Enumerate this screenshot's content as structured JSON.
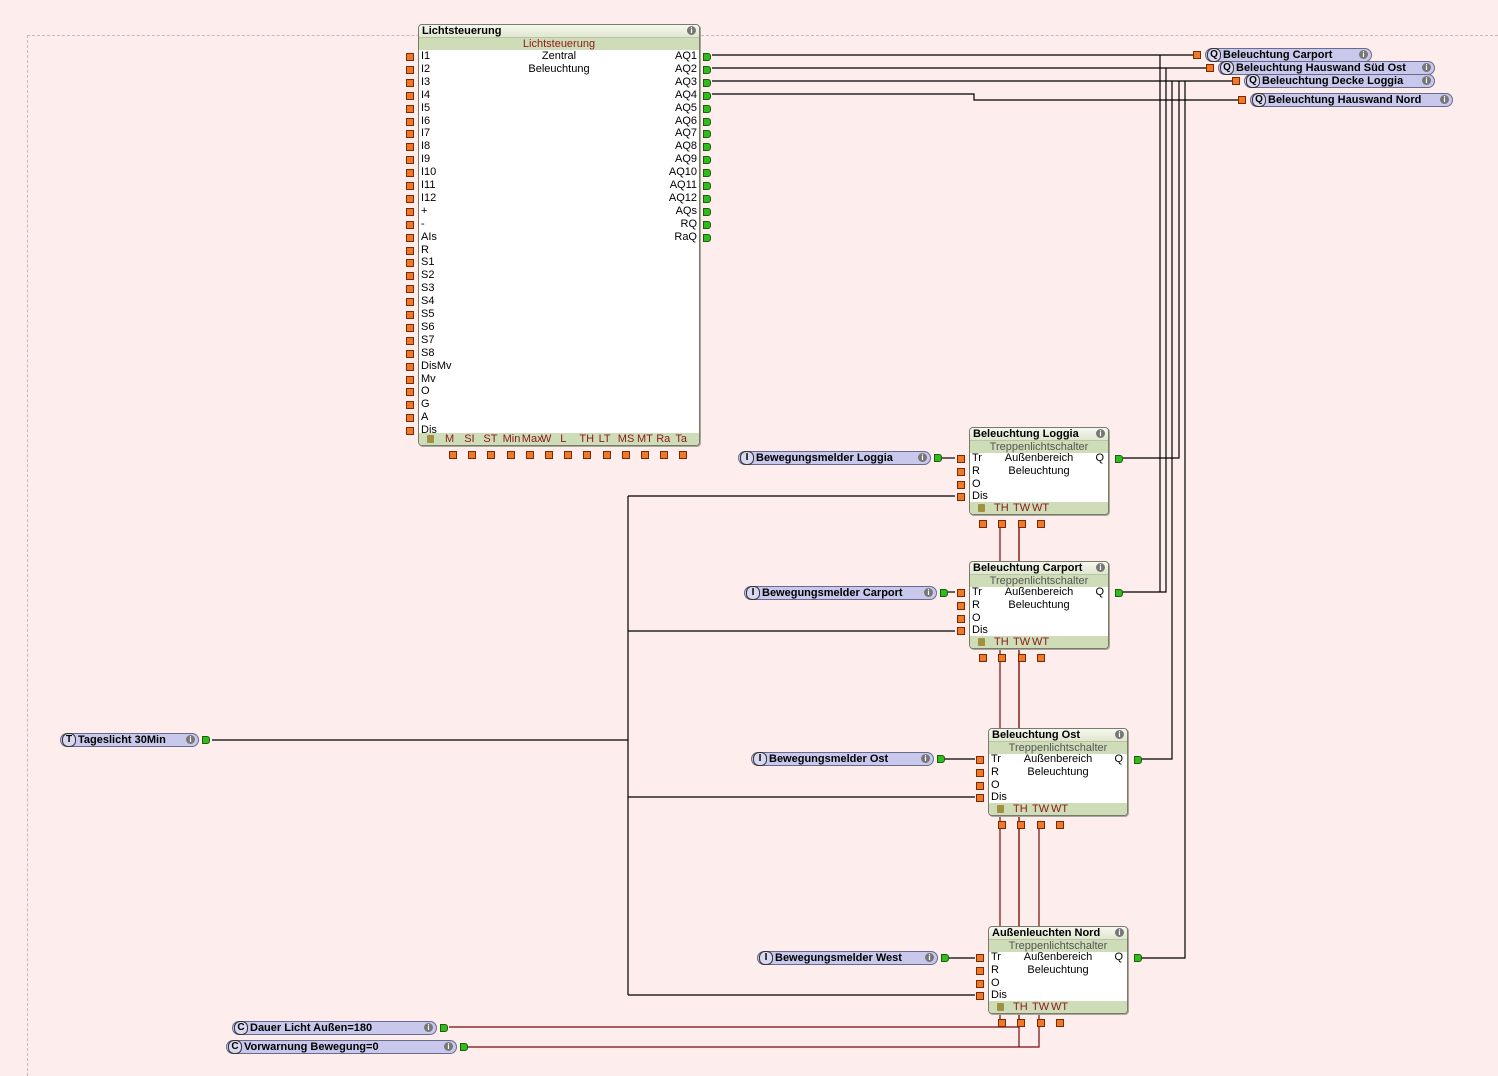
{
  "main_block": {
    "title": "Lichtsteuerung",
    "type": "Lichtsteuerung",
    "desc_line1": "Zentral",
    "desc_line2": "Beleuchtung",
    "inputs": [
      "I1",
      "I2",
      "I3",
      "I4",
      "I5",
      "I6",
      "I7",
      "I8",
      "I9",
      "I10",
      "I11",
      "I12",
      "+",
      "-",
      "AIs",
      "R",
      "S1",
      "S2",
      "S3",
      "S4",
      "S5",
      "S6",
      "S7",
      "S8",
      "DisMv",
      "Mv",
      "O",
      "G",
      "A",
      "Dis"
    ],
    "outputs": [
      "AQ1",
      "AQ2",
      "AQ3",
      "AQ4",
      "AQ5",
      "AQ6",
      "AQ7",
      "AQ8",
      "AQ9",
      "AQ10",
      "AQ11",
      "AQ12",
      "AQs",
      "RQ",
      "RaQ"
    ],
    "params": [
      "M",
      "SI",
      "ST",
      "Min",
      "Max",
      "W",
      "L",
      "TH",
      "LT",
      "MS",
      "MT",
      "Ra",
      "Ta"
    ]
  },
  "stair_blocks": [
    {
      "title": "Beleuchtung Loggia",
      "type": "Treppenlichtschalter",
      "desc_line1": "Außenbereich",
      "desc_line2": "Beleuchtung",
      "inputs": [
        "Tr",
        "R",
        "O",
        "Dis"
      ],
      "output": "Q",
      "params": [
        "TH",
        "TW",
        "WT"
      ]
    },
    {
      "title": "Beleuchtung Carport",
      "type": "Treppenlichtschalter",
      "desc_line1": "Außenbereich",
      "desc_line2": "Beleuchtung",
      "inputs": [
        "Tr",
        "R",
        "O",
        "Dis"
      ],
      "output": "Q",
      "params": [
        "TH",
        "TW",
        "WT"
      ]
    },
    {
      "title": "Beleuchtung Ost",
      "type": "Treppenlichtschalter",
      "desc_line1": "Außenbereich",
      "desc_line2": "Beleuchtung",
      "inputs": [
        "Tr",
        "R",
        "O",
        "Dis"
      ],
      "output": "Q",
      "params": [
        "TH",
        "TW",
        "WT"
      ]
    },
    {
      "title": "Außenleuchten Nord",
      "type": "Treppenlichtschalter",
      "desc_line1": "Außenbereich",
      "desc_line2": "Beleuchtung",
      "inputs": [
        "Tr",
        "R",
        "O",
        "Dis"
      ],
      "output": "Q",
      "params": [
        "TH",
        "TW",
        "WT"
      ]
    }
  ],
  "outputs": [
    {
      "tag": "Q",
      "label": "Beleuchtung Carport"
    },
    {
      "tag": "Q",
      "label": "Beleuchtung Hauswand Süd Ost"
    },
    {
      "tag": "Q",
      "label": "Beleuchtung Decke Loggia"
    },
    {
      "tag": "Q",
      "label": "Beleuchtung Hauswand Nord"
    }
  ],
  "inputs": [
    {
      "tag": "I",
      "label": "Bewegungsmelder Loggia"
    },
    {
      "tag": "I",
      "label": "Bewegungsmelder Carport"
    },
    {
      "tag": "I",
      "label": "Bewegungsmelder Ost"
    },
    {
      "tag": "I",
      "label": "Bewegungsmelder West"
    },
    {
      "tag": "T",
      "label": "Tageslicht 30Min"
    }
  ],
  "constants": [
    {
      "tag": "C",
      "label": "Dauer Licht Außen=180"
    },
    {
      "tag": "C",
      "label": "Vorwarnung Bewegung=0"
    }
  ],
  "info_glyph": "i"
}
